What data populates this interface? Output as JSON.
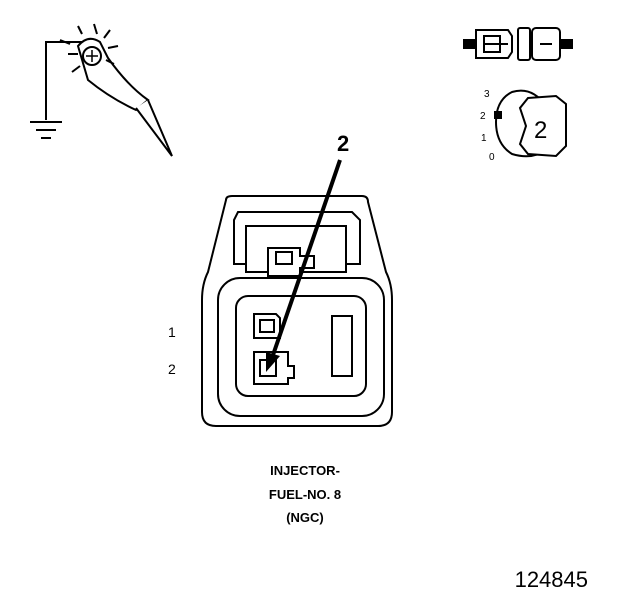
{
  "callout": {
    "number": "2"
  },
  "pin_numbers": [
    "1",
    "2"
  ],
  "key_position": {
    "scale": [
      "3",
      "2",
      "1",
      "0"
    ],
    "value": "2"
  },
  "caption": {
    "line1": "INJECTOR-",
    "line2": "FUEL-NO. 8",
    "line3": "(NGC)"
  },
  "figure_number": "124845"
}
